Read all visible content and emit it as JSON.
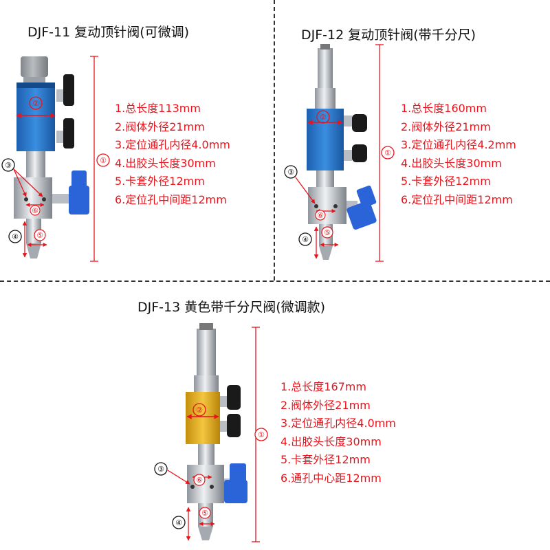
{
  "valves": [
    {
      "title": "DJF-11 复动顶针阀(可微调)",
      "body_color": "#2f7fd0",
      "specs": [
        "1.总长度113mm",
        "2.阀体外径21mm",
        "3.定位通孔内径4.0mm",
        "4.出胶头长度30mm",
        "5.卡套外径12mm",
        "6.定位孔中间距12mm"
      ]
    },
    {
      "title": "DJF-12 复动顶针阀(带千分尺)",
      "body_color": "#2f7fd0",
      "specs": [
        "1.总长度160mm",
        "2.阀体外径21mm",
        "3.定位通孔内径4.2mm",
        "4.出胶头长度30mm",
        "5.卡套外径12mm",
        "6.定位孔中间距12mm"
      ]
    },
    {
      "title": "DJF-13 黄色带千分尺阀(微调款)",
      "body_color": "#e8b21e",
      "specs": [
        "1.总长度167mm",
        "2.阀体外径21mm",
        "3.定位通孔内径4.0mm",
        "4.出胶头长度30mm",
        "5.卡套外径12mm",
        "6.通孔中心距12mm"
      ]
    }
  ],
  "markers": [
    "①",
    "②",
    "③",
    "④",
    "⑤",
    "⑥"
  ],
  "colors": {
    "annotation": "#e8141c",
    "fitting": "#2a64d8",
    "steel": "#c9cdd2"
  }
}
